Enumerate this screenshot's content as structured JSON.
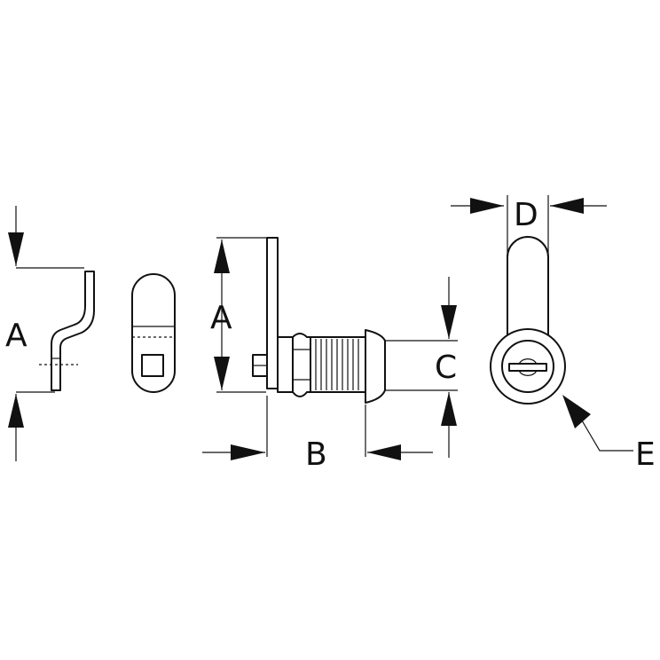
{
  "labels": {
    "a_left": "A",
    "a_center": "A",
    "b": "B",
    "c": "C",
    "d": "D",
    "e": "E"
  },
  "icons": {
    "cam": "cam-arm-icon",
    "cam_front": "cam-front-icon",
    "lock_side": "cam-lock-side-icon",
    "lock_front": "cam-lock-front-icon"
  },
  "colors": {
    "line": "#111111",
    "background": "#ffffff"
  }
}
